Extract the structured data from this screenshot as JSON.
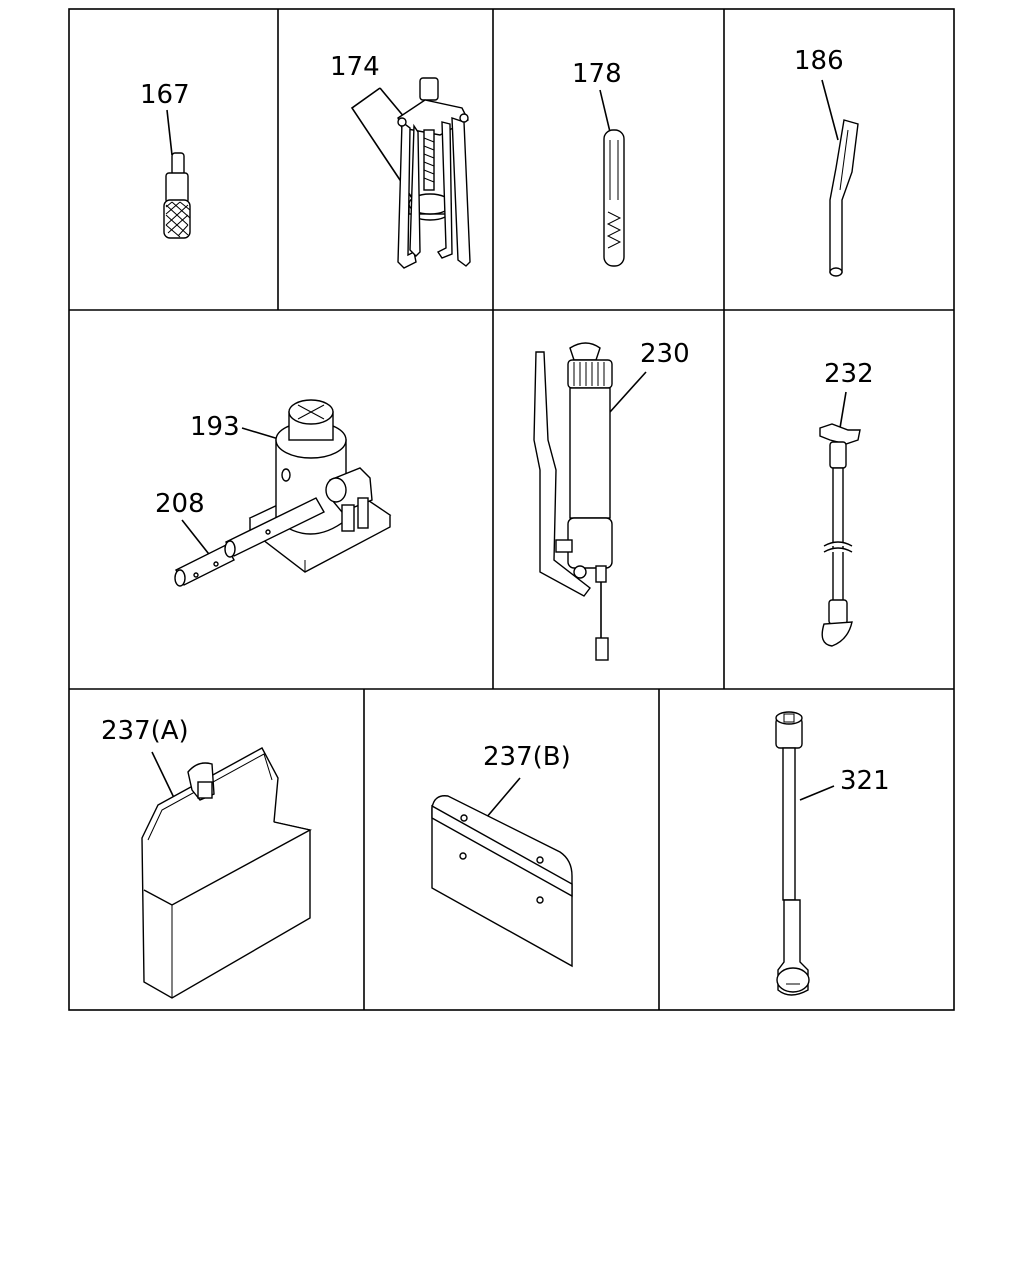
{
  "parts": {
    "p167": "167",
    "p174": "174",
    "p178": "178",
    "p186": "186",
    "p193": "193",
    "p208": "208",
    "p230": "230",
    "p232": "232",
    "p237a": "237(A)",
    "p237b": "237(B)",
    "p321": "321"
  }
}
